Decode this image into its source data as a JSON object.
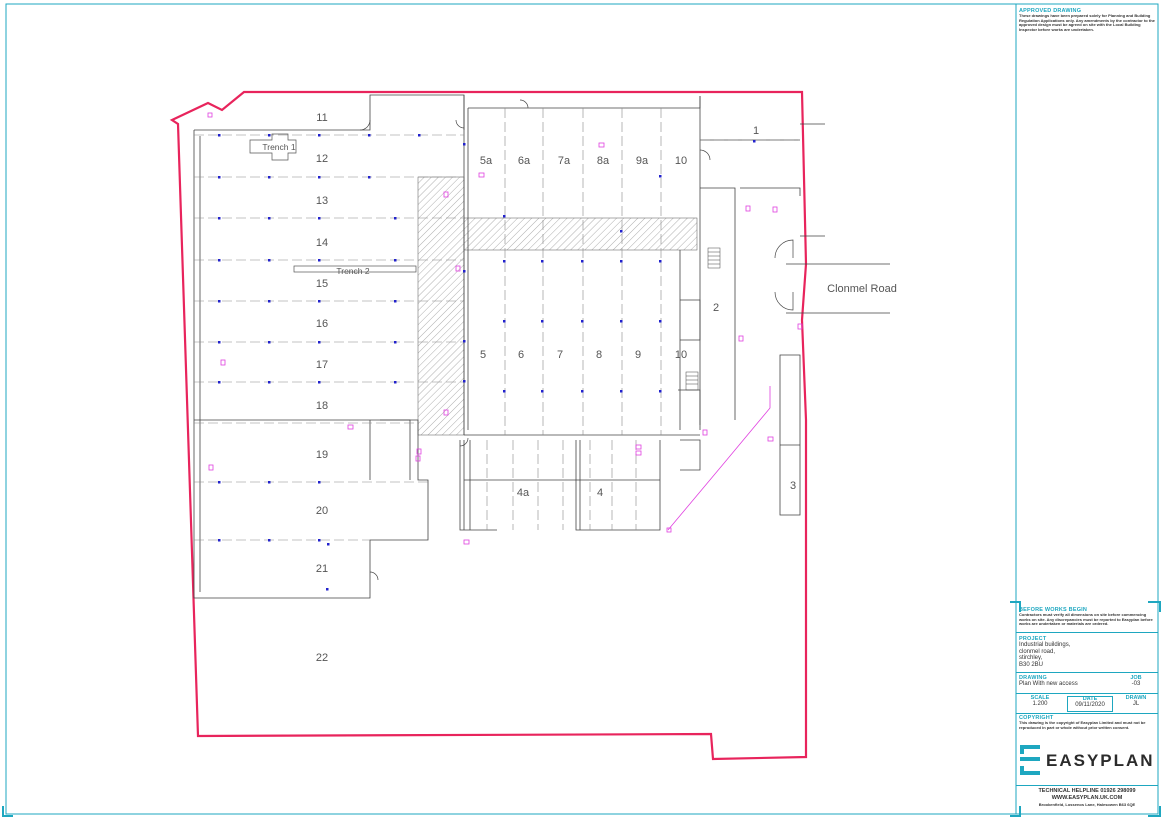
{
  "colors": {
    "accent": "#1ea7c0",
    "boundary": "#e8245c",
    "line": "#444444",
    "marker": "#e040e0",
    "point": "#2222cc"
  },
  "plan": {
    "units_top": [
      "11",
      "12",
      "13",
      "14",
      "15",
      "16",
      "17",
      "18",
      "19",
      "20",
      "21",
      "22"
    ],
    "units_bays_a": [
      "5a",
      "6a",
      "7a",
      "8a",
      "9a",
      "10"
    ],
    "units_bays": [
      "5",
      "6",
      "7",
      "8",
      "9",
      "10"
    ],
    "units_misc": [
      "1",
      "2",
      "3",
      "4",
      "4a"
    ],
    "trench_1": "Trench 1",
    "trench_2": "Trench 2",
    "road": "Clonmel Road"
  },
  "titleblock": {
    "approved_head": "APPROVED DRAWING",
    "approved_text": "These drawings have been prepared solely for Planning and Building Regulation Applications only. Any amendments by the contractor to the approved design must be agreed on site with the Local Building Inspector before works are undertaken.",
    "before_head": "BEFORE WORKS BEGIN",
    "before_text": "Contractors must verify all dimensions on site before commencing works on site. Any discrepancies must be reported to Easyplan before works are undertaken or materials are ordered.",
    "project_head": "PROJECT",
    "project_lines": [
      "Industrial buildings,",
      "clonmel road,",
      "stirchley,",
      "B30 2BU"
    ],
    "drawing_head": "DRAWING",
    "drawing_value": "Plan With new access",
    "job_head": "JOB",
    "job_value": "-03",
    "scale_head": "SCALE",
    "scale_value": "1.200",
    "date_head": "DATE",
    "date_value": "09/11/2020",
    "drawn_head": "DRAWN",
    "drawn_value": "JL",
    "copyright_head": "COPYRIGHT",
    "copyright_text": "This drawing is the copyright of Easyplan Limited and must not be reproduced in part or whole without prior written consent.",
    "logo": "EASYPLAN",
    "helpline": "TECHNICAL HELPLINE 01926 298099",
    "website": "WWW.EASYPLAN.UK.COM",
    "address": "Brookenfield, Lossenos Lane, Halesowen B63 6QE"
  }
}
